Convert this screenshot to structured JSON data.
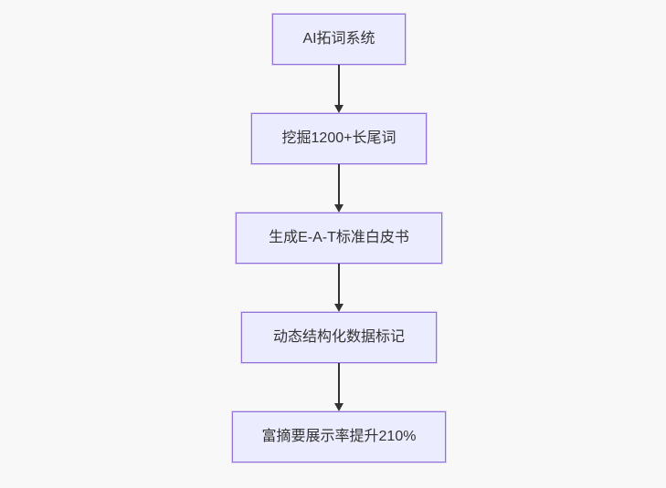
{
  "diagram": {
    "type": "flowchart",
    "direction": "top-down",
    "nodes": [
      {
        "label": "AI拓词系统"
      },
      {
        "label": "挖掘1200+长尾词"
      },
      {
        "label": "生成E-A-T标准白皮书"
      },
      {
        "label": "动态结构化数据标记"
      },
      {
        "label": "富摘要展示率提升210%"
      }
    ],
    "edges": [
      {
        "from": 0,
        "to": 1
      },
      {
        "from": 1,
        "to": 2
      },
      {
        "from": 2,
        "to": 3
      },
      {
        "from": 3,
        "to": 4
      }
    ],
    "colors": {
      "background": "#f8f8f8",
      "node_fill": "#ececff",
      "node_border": "#9370db",
      "text": "#333333",
      "arrow": "#333333"
    }
  }
}
